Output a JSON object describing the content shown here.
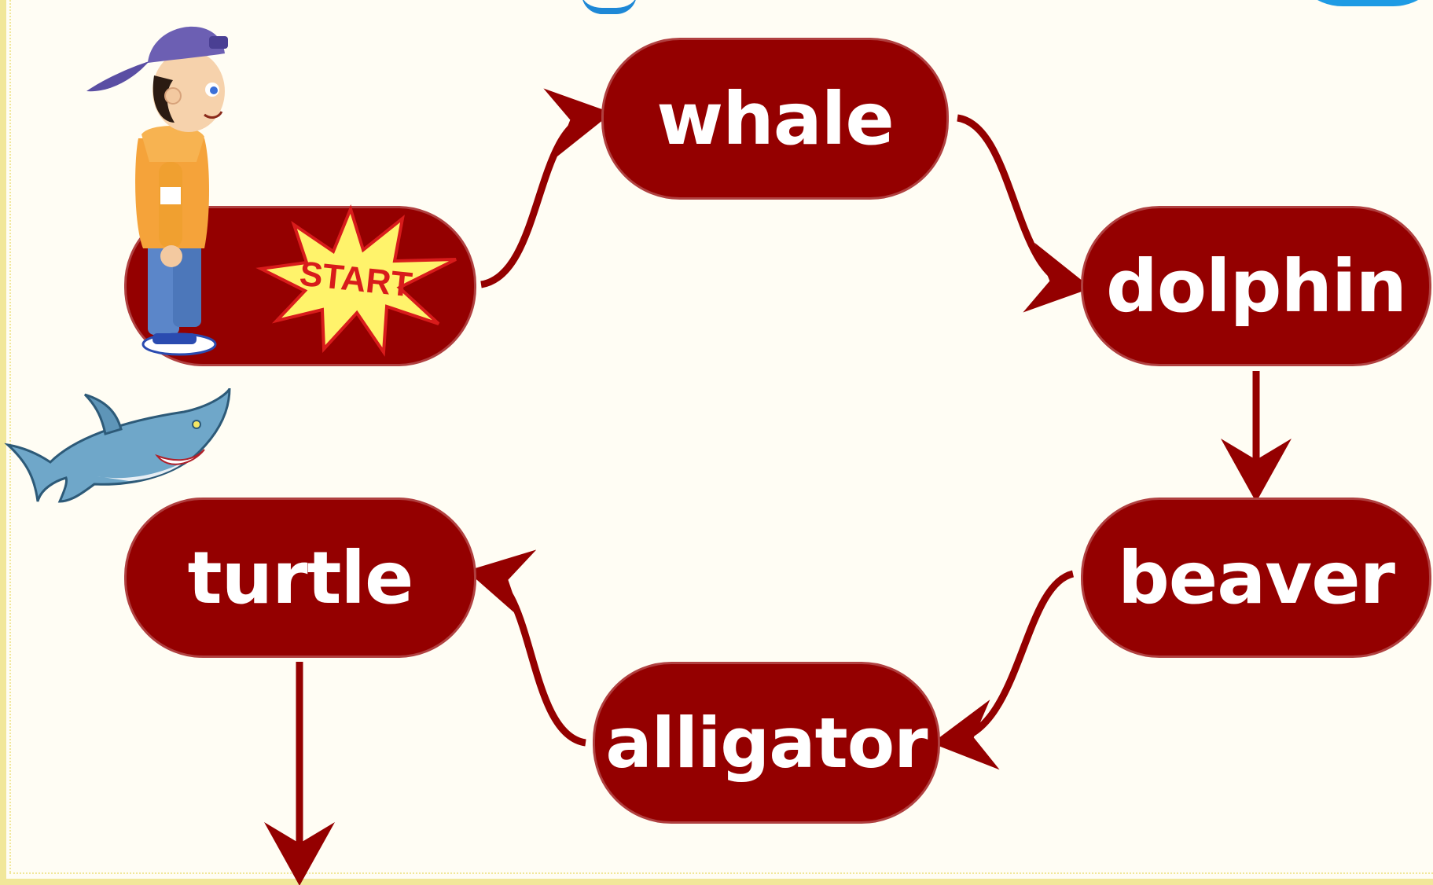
{
  "diagram": {
    "start_label": "START",
    "nodes": {
      "whale": "whale",
      "dolphin": "dolphin",
      "beaver": "beaver",
      "alligator": "alligator",
      "turtle": "turtle"
    }
  },
  "colors": {
    "node_fill": "#940000",
    "node_text": "#ffffff",
    "arrow": "#940000",
    "burst_fill": "#fff36b",
    "burst_text": "#d81b1b",
    "frame_border": "#f1e79a",
    "accent_blue": "#1e88d6"
  },
  "icons": [
    "boy-character-icon",
    "shark-icon",
    "start-burst-icon"
  ]
}
